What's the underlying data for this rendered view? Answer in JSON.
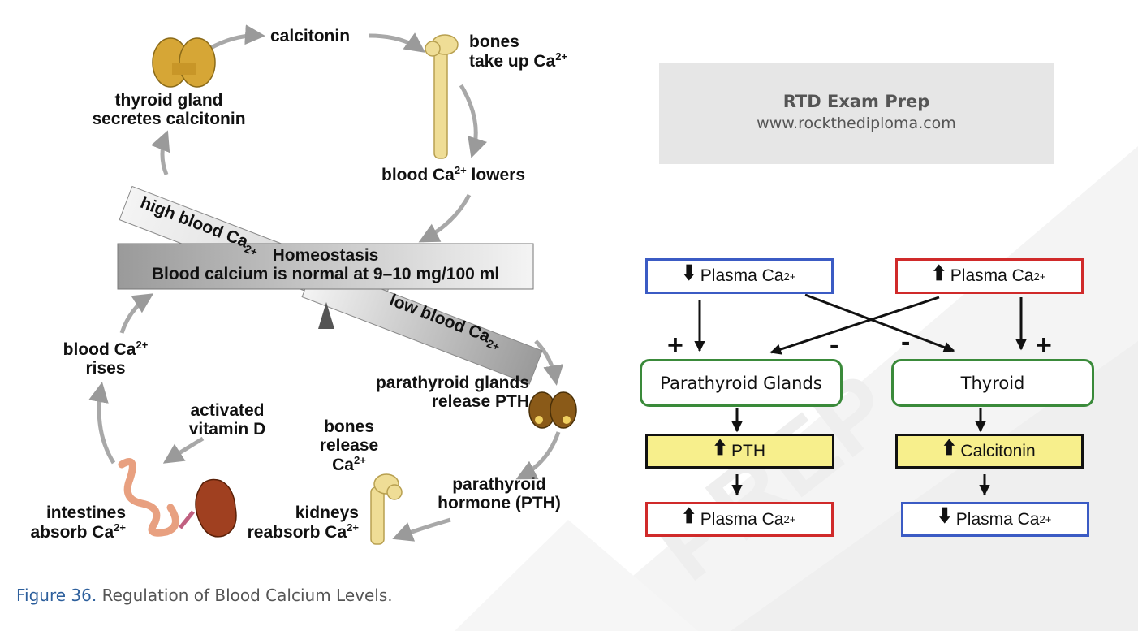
{
  "left_diagram": {
    "calcitonin": "calcitonin",
    "bones_take_up_1": "bones",
    "bones_take_up_2": "take up Ca",
    "bones_take_up_sup": "2+",
    "thyroid_1": "thyroid gland",
    "thyroid_2": "secretes calcitonin",
    "blood_lowers_pre": "blood Ca",
    "blood_lowers_sup": "2+",
    "blood_lowers_post": " lowers",
    "high_banner": "high blood Ca",
    "high_banner_sup": "2+",
    "homeostasis_title": "Homeostasis",
    "homeostasis_sub": "Blood calcium is normal at 9–10 mg/100 ml",
    "low_banner": "low blood Ca",
    "low_banner_sup": "2+",
    "blood_rises_1": "blood Ca",
    "blood_rises_sup": "2+",
    "blood_rises_2": "rises",
    "parathyroid_1": "parathyroid glands",
    "parathyroid_2": "release PTH",
    "vitd_1": "activated",
    "vitd_2": "vitamin D",
    "bones_release_1": "bones",
    "bones_release_2": "release",
    "bones_release_3": "Ca",
    "bones_release_sup": "2+",
    "pth_hormone_1": "parathyroid",
    "pth_hormone_2": "hormone (PTH)",
    "intestines_1": "intestines",
    "intestines_2": "absorb Ca",
    "intestines_sup": "2+",
    "kidneys_1": "kidneys",
    "kidneys_2": "reabsorb Ca",
    "kidneys_sup": "2+"
  },
  "brand": {
    "title": "RTD Exam Prep",
    "url": "www.rockthediploma.com",
    "watermark": "PREP"
  },
  "flowchart": {
    "low_plasma_arrow": "🠫",
    "top_left": "Plasma Ca",
    "top_left_sup": "2+",
    "top_right": "Plasma Ca",
    "top_right_sup": "2+",
    "plus": "+",
    "minus": "-",
    "parathyroid": "Parathyroid Glands",
    "thyroid": "Thyroid",
    "pth": "PTH",
    "calcitonin": "Calcitonin",
    "bottom_left": "Plasma Ca",
    "bottom_left_sup": "2+",
    "bottom_right": "Plasma Ca",
    "bottom_right_sup": "2+"
  },
  "caption": {
    "label": "Figure 36.",
    "text": " Regulation of Blood Calcium Levels."
  },
  "colors": {
    "blue_border": "#3b5bc4",
    "red_border": "#d02a2a",
    "green_border": "#3a8a3a",
    "yellow_fill": "#f7ef8c",
    "caption_label": "#2d5f9c",
    "brand_box": "#e6e6e6"
  }
}
